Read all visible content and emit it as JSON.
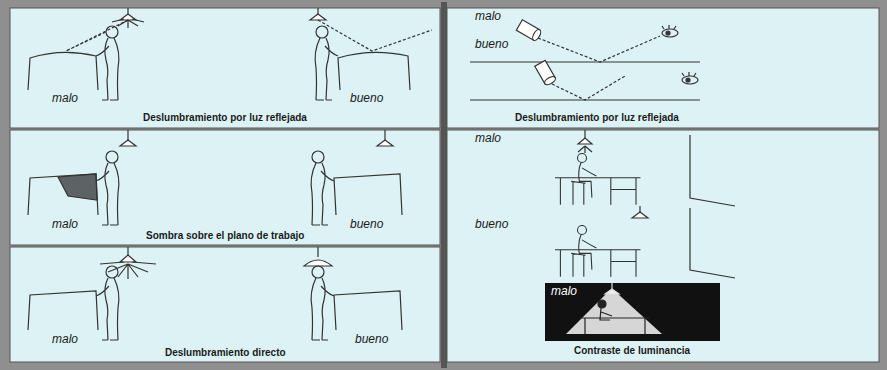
{
  "diagram": {
    "nodes": [
      {
        "text": [
          "malo",
          "bueno",
          "Deslumbramiento por luz reflejada"
        ]
      },
      {
        "text": [
          "malo",
          "bueno",
          "Sombra sobre el plano de trabajo"
        ]
      },
      {
        "text": [
          "malo",
          "bueno",
          "Deslumbramiento directo"
        ]
      },
      {
        "text": [
          "malo",
          "bueno",
          "Deslumbramiento por luz reflejada"
        ]
      },
      {
        "text": [
          "malo",
          "bueno",
          "Contraste de luminancia"
        ]
      },
      {
        "text": [
          "malo"
        ],
        "in": 4
      }
    ]
  }
}
